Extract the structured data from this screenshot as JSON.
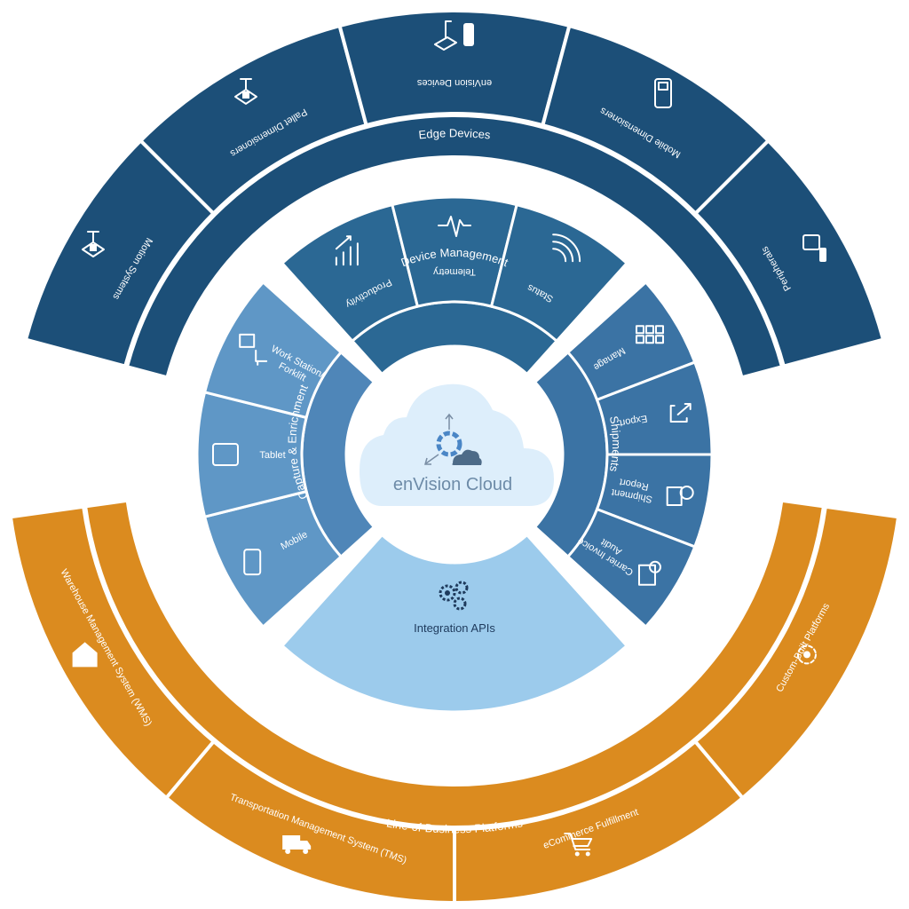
{
  "center": {
    "title": "enVision Cloud"
  },
  "edge": {
    "band_label": "Edge Devices",
    "items": [
      {
        "label": "Motion Systems",
        "icon": "motion-systems-icon"
      },
      {
        "label": "Pallet Dimensioners",
        "icon": "pallet-dimensioner-icon"
      },
      {
        "label": "enVision Devices",
        "icon": "envision-devices-icon"
      },
      {
        "label": "Mobile Dimensioners",
        "icon": "mobile-dimensioner-icon"
      },
      {
        "label": "Peripherals",
        "icon": "peripherals-icon"
      }
    ]
  },
  "device_management": {
    "band_label": "Device Management",
    "items": [
      {
        "label": "Productivity",
        "icon": "productivity-chart-icon"
      },
      {
        "label": "Telemetry",
        "icon": "telemetry-pulse-icon"
      },
      {
        "label": "Status",
        "icon": "status-signal-icon"
      }
    ]
  },
  "capture": {
    "band_label": "Capture & Enrichment",
    "items": [
      {
        "label": "Mobile",
        "icon": "mobile-phone-icon"
      },
      {
        "label": "Tablet",
        "icon": "tablet-icon"
      },
      {
        "label_line1": "Work Station/",
        "label_line2": "Forklift",
        "icon": "workstation-forklift-icon"
      }
    ]
  },
  "shipments": {
    "band_label": "Shipments",
    "items": [
      {
        "label": "Manage",
        "icon": "manage-grid-icon"
      },
      {
        "label": "Export",
        "icon": "export-icon"
      },
      {
        "label_line1": "Shipment",
        "label_line2": "Report",
        "icon": "shipment-report-icon"
      },
      {
        "label_line1": "Carrier Invoice",
        "label_line2": "Audit",
        "icon": "invoice-audit-icon"
      }
    ]
  },
  "integration": {
    "label": "Integration APIs",
    "icon": "gears-icon"
  },
  "lob": {
    "band_label": "Line-of-Business Platforms",
    "items": [
      {
        "label": "Warehouse Management System (WMS)",
        "icon": "warehouse-icon"
      },
      {
        "label": "Transportation Management System (TMS)",
        "icon": "truck-icon"
      },
      {
        "label": "eCommerce Fulfillment",
        "icon": "cart-icon"
      },
      {
        "label": "Custom-Built Platforms",
        "icon": "custom-gear-icon"
      }
    ]
  },
  "colors": {
    "edge": "#1c4f78",
    "device_mgmt": "#2b6894",
    "capture": "#5f97c6",
    "capture_band": "#4f86b8",
    "shipments": "#3b73a4",
    "integration": "#9ccbec",
    "lob": "#db8b1f",
    "cloud": "#ddeefb"
  }
}
